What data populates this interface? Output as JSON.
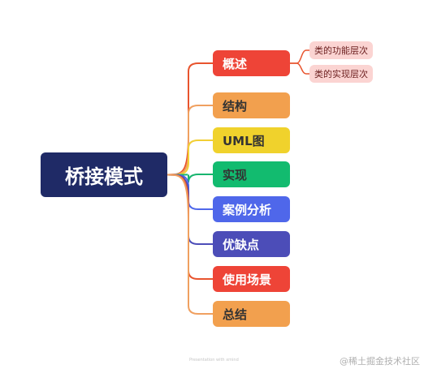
{
  "root": {
    "label": "桥接模式",
    "color": "#1f2a66"
  },
  "children": [
    {
      "label": "概述",
      "color": "#ee4437",
      "text_color": "#ffffff",
      "line": "#e8542e"
    },
    {
      "label": "结构",
      "color": "#f2a04e",
      "text_color": "#333333",
      "line": "#f0a060"
    },
    {
      "label": "UML图",
      "color": "#f0d22c",
      "text_color": "#333333",
      "line": "#f2cf35"
    },
    {
      "label": "实现",
      "color": "#12bb6f",
      "text_color": "#333333",
      "line": "#18b56f"
    },
    {
      "label": "案例分析",
      "color": "#4f67ea",
      "text_color": "#ffffff",
      "line": "#4f67ea"
    },
    {
      "label": "优缺点",
      "color": "#4c4db8",
      "text_color": "#ffffff",
      "line": "#4c4db8"
    },
    {
      "label": "使用场景",
      "color": "#ee4437",
      "text_color": "#ffffff",
      "line": "#e8542e"
    },
    {
      "label": "总结",
      "color": "#f2a04e",
      "text_color": "#333333",
      "line": "#f0a060"
    }
  ],
  "leaves": [
    {
      "label": "类的功能层次",
      "color": "#fbd4d2"
    },
    {
      "label": "类的实现层次",
      "color": "#fbd4d2"
    }
  ],
  "watermark": "@稀土掘金技术社区",
  "watermark_small": "Presentation with xmind"
}
